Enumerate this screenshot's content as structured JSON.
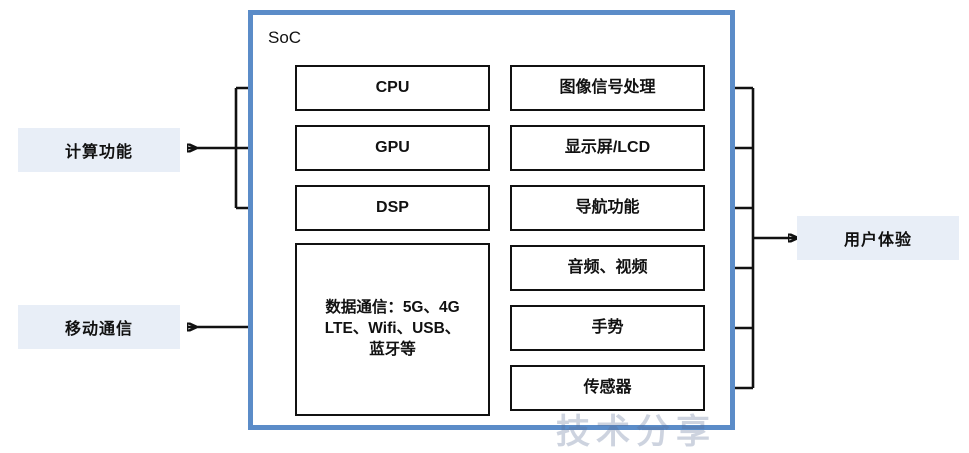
{
  "diagram": {
    "title": "SoC",
    "container_border_color": "#5b8cc8",
    "block_border_color": "#111111",
    "pill_bg_color": "#e8eef7"
  },
  "soc": {
    "label": "SoC",
    "compute_blocks": [
      {
        "label": "CPU"
      },
      {
        "label": "GPU"
      },
      {
        "label": "DSP"
      }
    ],
    "comms_block": {
      "line1": "数据通信：5G、4G",
      "line2": "LTE、Wifi、USB、",
      "line3": "蓝牙等"
    },
    "feature_blocks": [
      {
        "label": "图像信号处理"
      },
      {
        "label": "显示屏/LCD"
      },
      {
        "label": "导航功能"
      },
      {
        "label": "音频、视频"
      },
      {
        "label": "手势"
      },
      {
        "label": "传感器"
      }
    ]
  },
  "outputs": {
    "left": [
      {
        "label": "计算功能"
      },
      {
        "label": "移动通信"
      }
    ],
    "right": [
      {
        "label": "用户体验"
      }
    ]
  },
  "watermark": {
    "text": "技术分享"
  }
}
